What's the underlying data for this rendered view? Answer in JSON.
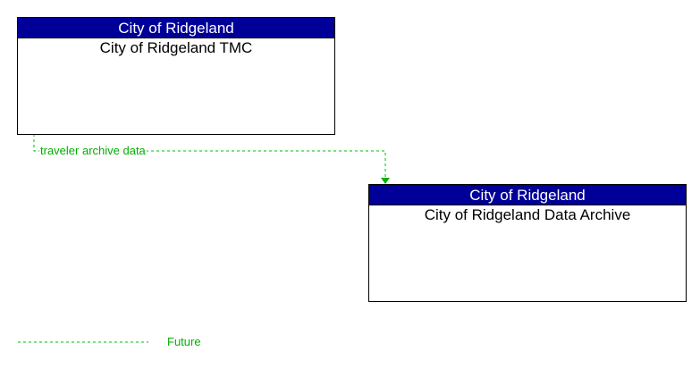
{
  "diagram": {
    "nodes": [
      {
        "id": "tmc",
        "owner": "City of Ridgeland",
        "name": "City of Ridgeland TMC"
      },
      {
        "id": "archive",
        "owner": "City of Ridgeland",
        "name": "City of Ridgeland Data Archive"
      }
    ],
    "flows": [
      {
        "from": "tmc",
        "to": "archive",
        "label": "traveler archive data",
        "status": "Future"
      }
    ],
    "legend": [
      {
        "style": "dashed-green",
        "label": "Future"
      }
    ]
  },
  "colors": {
    "header_bg": "#000099",
    "header_text": "#ffffff",
    "future_flow": "#00b000"
  }
}
